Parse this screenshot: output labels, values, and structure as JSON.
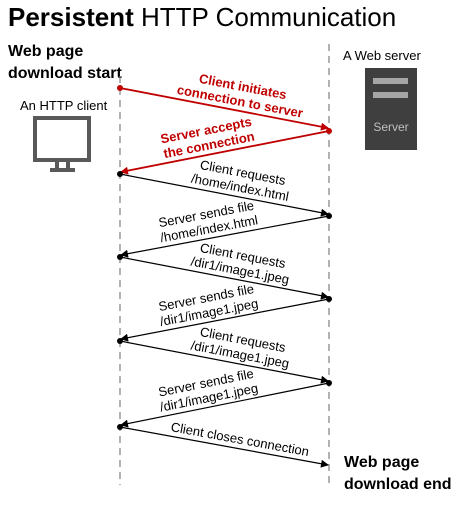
{
  "title": {
    "bold": "Persistent",
    "rest": " HTTP Communication"
  },
  "start_label": [
    "Web page",
    "download start"
  ],
  "end_label": [
    "Web page",
    "download end"
  ],
  "client": {
    "label": "An HTTP client"
  },
  "server": {
    "label": "A Web server",
    "box_text": "Server"
  },
  "colors": {
    "handshake": "#c00000",
    "message": "#000000",
    "lifeline": "#808080",
    "server_box": "#3f3f3f",
    "server_bars": "#a6a6a6",
    "server_text": "#bfbfbf",
    "monitor": "#595959"
  },
  "messages": [
    {
      "dir": "to_server",
      "kind": "handshake",
      "lines": [
        "Client initiates",
        "connection to server"
      ]
    },
    {
      "dir": "to_client",
      "kind": "handshake",
      "lines": [
        "Server accepts",
        "the connection"
      ]
    },
    {
      "dir": "to_server",
      "kind": "message",
      "lines": [
        "Client requests",
        "/home/index.html"
      ]
    },
    {
      "dir": "to_client",
      "kind": "message",
      "lines": [
        "Server sends file",
        "/home/index.html"
      ]
    },
    {
      "dir": "to_server",
      "kind": "message",
      "lines": [
        "Client requests",
        "/dir1/image1.jpeg"
      ]
    },
    {
      "dir": "to_client",
      "kind": "message",
      "lines": [
        "Server sends file",
        "/dir1/image1.jpeg"
      ]
    },
    {
      "dir": "to_server",
      "kind": "message",
      "lines": [
        "Client requests",
        "/dir1/image1.jpeg"
      ]
    },
    {
      "dir": "to_client",
      "kind": "message",
      "lines": [
        "Server sends file",
        "/dir1/image1.jpeg"
      ]
    },
    {
      "dir": "to_server",
      "kind": "message",
      "lines": [
        "Client closes connection"
      ]
    }
  ]
}
